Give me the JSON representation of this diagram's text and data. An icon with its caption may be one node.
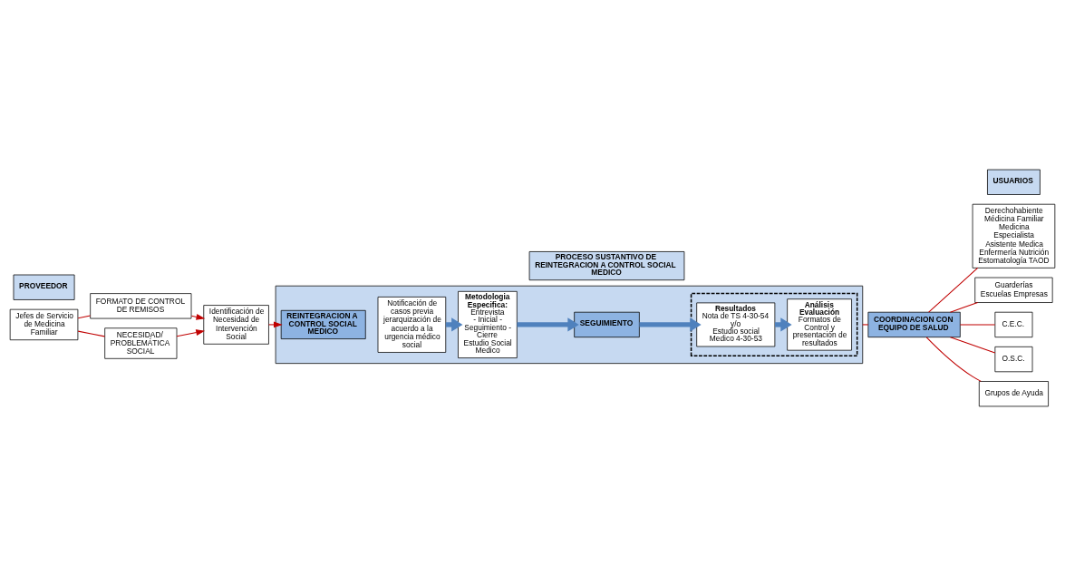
{
  "diagram": {
    "nodes": [
      {
        "text": [
          "PROVEEDOR"
        ]
      },
      {
        "text": [
          "PROCESO SUSTANTIVO DE REINTEGRACION A CONTROL SOCIAL MEDICO"
        ]
      },
      {
        "text": [
          "USUARIOS"
        ]
      },
      {
        "text": [
          "Jefes de Servicio de Medicina Familiar"
        ]
      },
      {
        "text": [
          "FORMATO DE CONTROL DE REMISOS"
        ]
      },
      {
        "text": [
          "NECESIDAD/ PROBLEMÁTICA SOCIAL"
        ]
      },
      {
        "text": [
          "Identificación de Necesidad de Intervención Social"
        ]
      },
      {
        "text": [],
        "shape": "box"
      },
      {
        "text": [
          "REINTEGRACION A CONTROL SOCIAL MEDICO"
        ],
        "in": 7
      },
      {
        "text": [
          "Notificación de casos previa jerarquización de acuerdo a la urgencia médico social"
        ],
        "in": 7
      },
      {
        "text": [
          "Metodologia Especifica:",
          "Entrevista",
          "- Inicial - Seguimiento - Cierre",
          "Estudio Social Medico"
        ],
        "in": 7
      },
      {
        "text": [
          "SEGUIMIENTO"
        ],
        "in": 7
      },
      {
        "text": [],
        "shape": "box",
        "in": 7
      },
      {
        "text": [
          "Resultados",
          "Nota de TS 4-30-54 y/o",
          "Estudio social Medico 4-30-53"
        ],
        "in": 12
      },
      {
        "text": [
          "Análisis Evaluación",
          "Formatos de Control y presentación de resultados"
        ],
        "in": 12
      },
      {
        "text": [
          "COORDINACION CON EQUIPO DE SALUD"
        ]
      },
      {
        "text": [
          "Derechohabiente Médicina Familiar Medicina Especialista Asistente Medica Enfermería Nutrición Estomatología TAOD"
        ]
      },
      {
        "text": [
          "Guarderías Escuelas Empresas"
        ]
      },
      {
        "text": [
          "C.E.C."
        ]
      },
      {
        "text": [
          "O.S.C."
        ]
      },
      {
        "text": [
          "Grupos de Ayuda"
        ]
      }
    ],
    "edges": [
      {
        "from": 3,
        "to": 4,
        "arrow": "none"
      },
      {
        "from": 3,
        "to": 5,
        "arrow": "none"
      },
      {
        "from": 4,
        "to": 6,
        "arrow": "to"
      },
      {
        "from": 5,
        "to": 6,
        "arrow": "to"
      },
      {
        "from": 6,
        "to": 8,
        "arrow": "to"
      },
      {
        "from": 9,
        "to": 10,
        "arrow": "to",
        "style": "thick",
        "color": "#4f81bd"
      },
      {
        "from": 10,
        "to": 11,
        "arrow": "to",
        "style": "thick",
        "color": "#4f81bd"
      },
      {
        "from": 11,
        "to": 13,
        "arrow": "to",
        "style": "thick",
        "color": "#4f81bd"
      },
      {
        "from": 13,
        "to": 14,
        "arrow": "to",
        "style": "thick",
        "color": "#4f81bd"
      },
      {
        "from": 7,
        "to": 15,
        "arrow": "none"
      },
      {
        "from": 15,
        "to": 16,
        "arrow": "none"
      },
      {
        "from": 15,
        "to": 17,
        "arrow": "none"
      },
      {
        "from": 15,
        "to": 18,
        "arrow": "none"
      },
      {
        "from": 15,
        "to": 19,
        "arrow": "none"
      },
      {
        "from": 15,
        "to": 20,
        "arrow": "none"
      }
    ]
  }
}
